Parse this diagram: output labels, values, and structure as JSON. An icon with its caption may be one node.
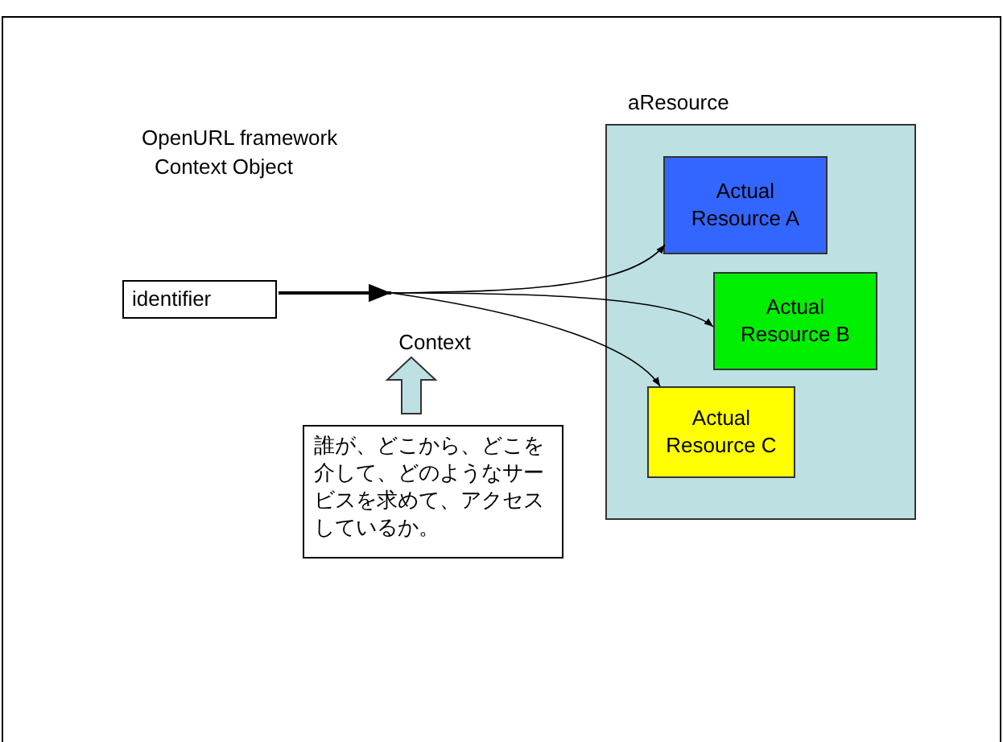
{
  "diagram": {
    "nodes": [
      {
        "text": [
          "identifier"
        ]
      },
      {
        "text": [
          "aResource"
        ]
      },
      {
        "text": [
          "Actual Resource A"
        ],
        "in": 1
      },
      {
        "text": [
          "Actual Resource B"
        ],
        "in": 1
      },
      {
        "text": [
          "Actual Resource C"
        ],
        "in": 1
      },
      {
        "text": [
          "Context"
        ]
      },
      {
        "text": [
          "誰が、どこから、どこを介して、どのようなサービスを求めて、アクセスしているか。"
        ]
      }
    ],
    "edges": [
      {
        "from": 0,
        "to": 2,
        "arrow": "to"
      },
      {
        "from": 0,
        "to": 3,
        "arrow": "to"
      },
      {
        "from": 0,
        "to": 4,
        "arrow": "to"
      },
      {
        "from": 6,
        "to": 5,
        "arrow": "to",
        "style": "thick",
        "color": "#bde0e2"
      }
    ],
    "labels": [
      "OpenURL framework Context Object"
    ]
  }
}
